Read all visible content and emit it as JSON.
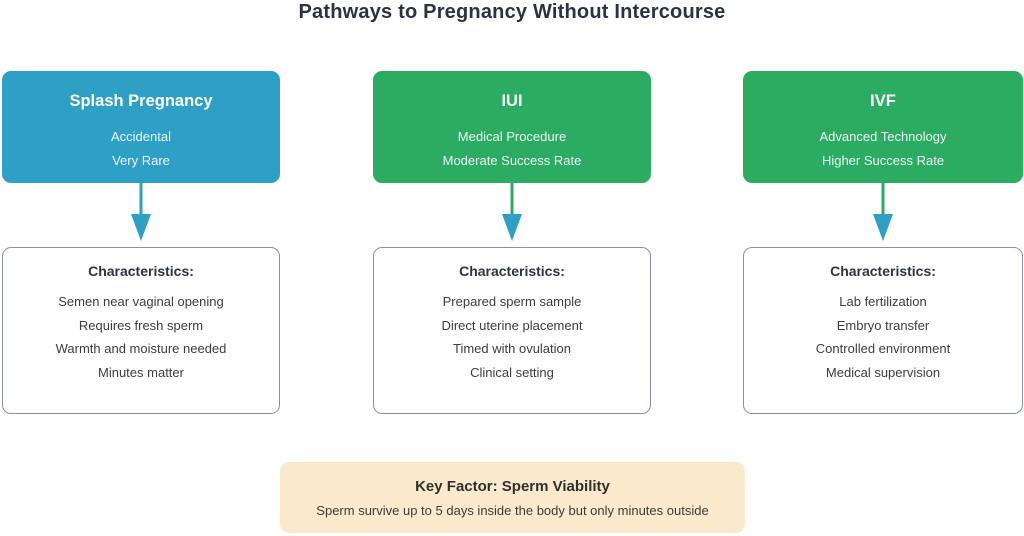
{
  "title": "Pathways to Pregnancy Without Intercourse",
  "colors": {
    "teal": "#2e9fc5",
    "green": "#2bac62",
    "peach_bg": "#fbe9cd",
    "box_border": "#8a90a8",
    "title_text": "#2b3242",
    "body_text": "#3d3d3d",
    "arrowhead": "#2e9fc5"
  },
  "columns": [
    {
      "header": {
        "title": "Splash Pregnancy",
        "lines": [
          "Accidental",
          "Very Rare"
        ],
        "color": "#2e9fc5"
      },
      "arrow": {
        "stem_color": "#2e9fc5",
        "head_color": "#2e9fc5"
      },
      "characteristics": {
        "heading": "Characteristics:",
        "items": [
          "Semen near vaginal opening",
          "Requires fresh sperm",
          "Warmth and moisture needed",
          "Minutes matter"
        ]
      }
    },
    {
      "header": {
        "title": "IUI",
        "lines": [
          "Medical Procedure",
          "Moderate Success Rate"
        ],
        "color": "#2bac62"
      },
      "arrow": {
        "stem_color": "#2bac62",
        "head_color": "#2e9fc5"
      },
      "characteristics": {
        "heading": "Characteristics:",
        "items": [
          "Prepared sperm sample",
          "Direct uterine placement",
          "Timed with ovulation",
          "Clinical setting"
        ]
      }
    },
    {
      "header": {
        "title": "IVF",
        "lines": [
          "Advanced Technology",
          "Higher Success Rate"
        ],
        "color": "#2bac62"
      },
      "arrow": {
        "stem_color": "#2bac62",
        "head_color": "#2e9fc5"
      },
      "characteristics": {
        "heading": "Characteristics:",
        "items": [
          "Lab fertilization",
          "Embryo transfer",
          "Controlled environment",
          "Medical supervision"
        ]
      }
    }
  ],
  "key_factor": {
    "title": "Key Factor: Sperm Viability",
    "description": "Sperm survive up to 5 days inside the body but only minutes outside"
  }
}
